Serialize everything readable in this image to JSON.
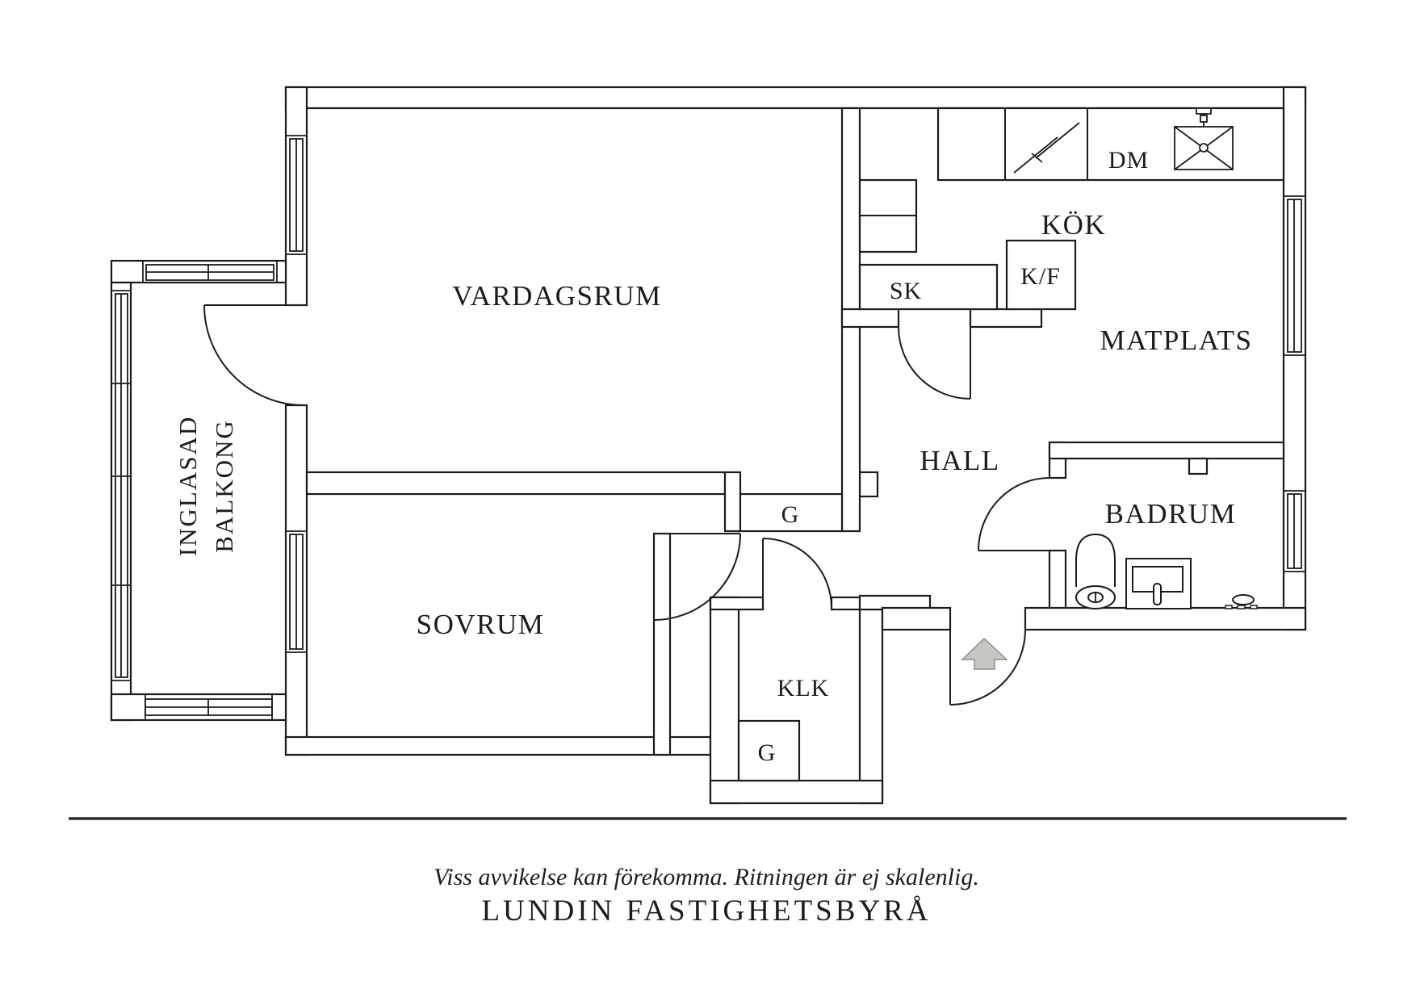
{
  "plan": {
    "rooms": {
      "living_room": "VARDAGSRUM",
      "kitchen": "KÖK",
      "dining": "MATPLATS",
      "hall": "HALL",
      "bathroom": "BADRUM",
      "bedroom": "SOVRUM",
      "walk_in_closet": "KLK",
      "balcony_line1": "INGLASAD",
      "balcony_line2": "BALKONG"
    },
    "fixtures": {
      "dishwasher": "DM",
      "cabinet": "SK",
      "fridge_freezer": "K/F",
      "wardrobe_upper": "G",
      "wardrobe_lower": "G"
    }
  },
  "footer": {
    "disclaimer": "Viss avvikelse kan förekomma. Ritningen är ej skalenlig.",
    "agency": "LUNDIN FASTIGHETSBYRÅ"
  },
  "colors": {
    "line": "#1c1c1b",
    "arrow_fill": "#c6c6c2",
    "background": "#ffffff"
  }
}
